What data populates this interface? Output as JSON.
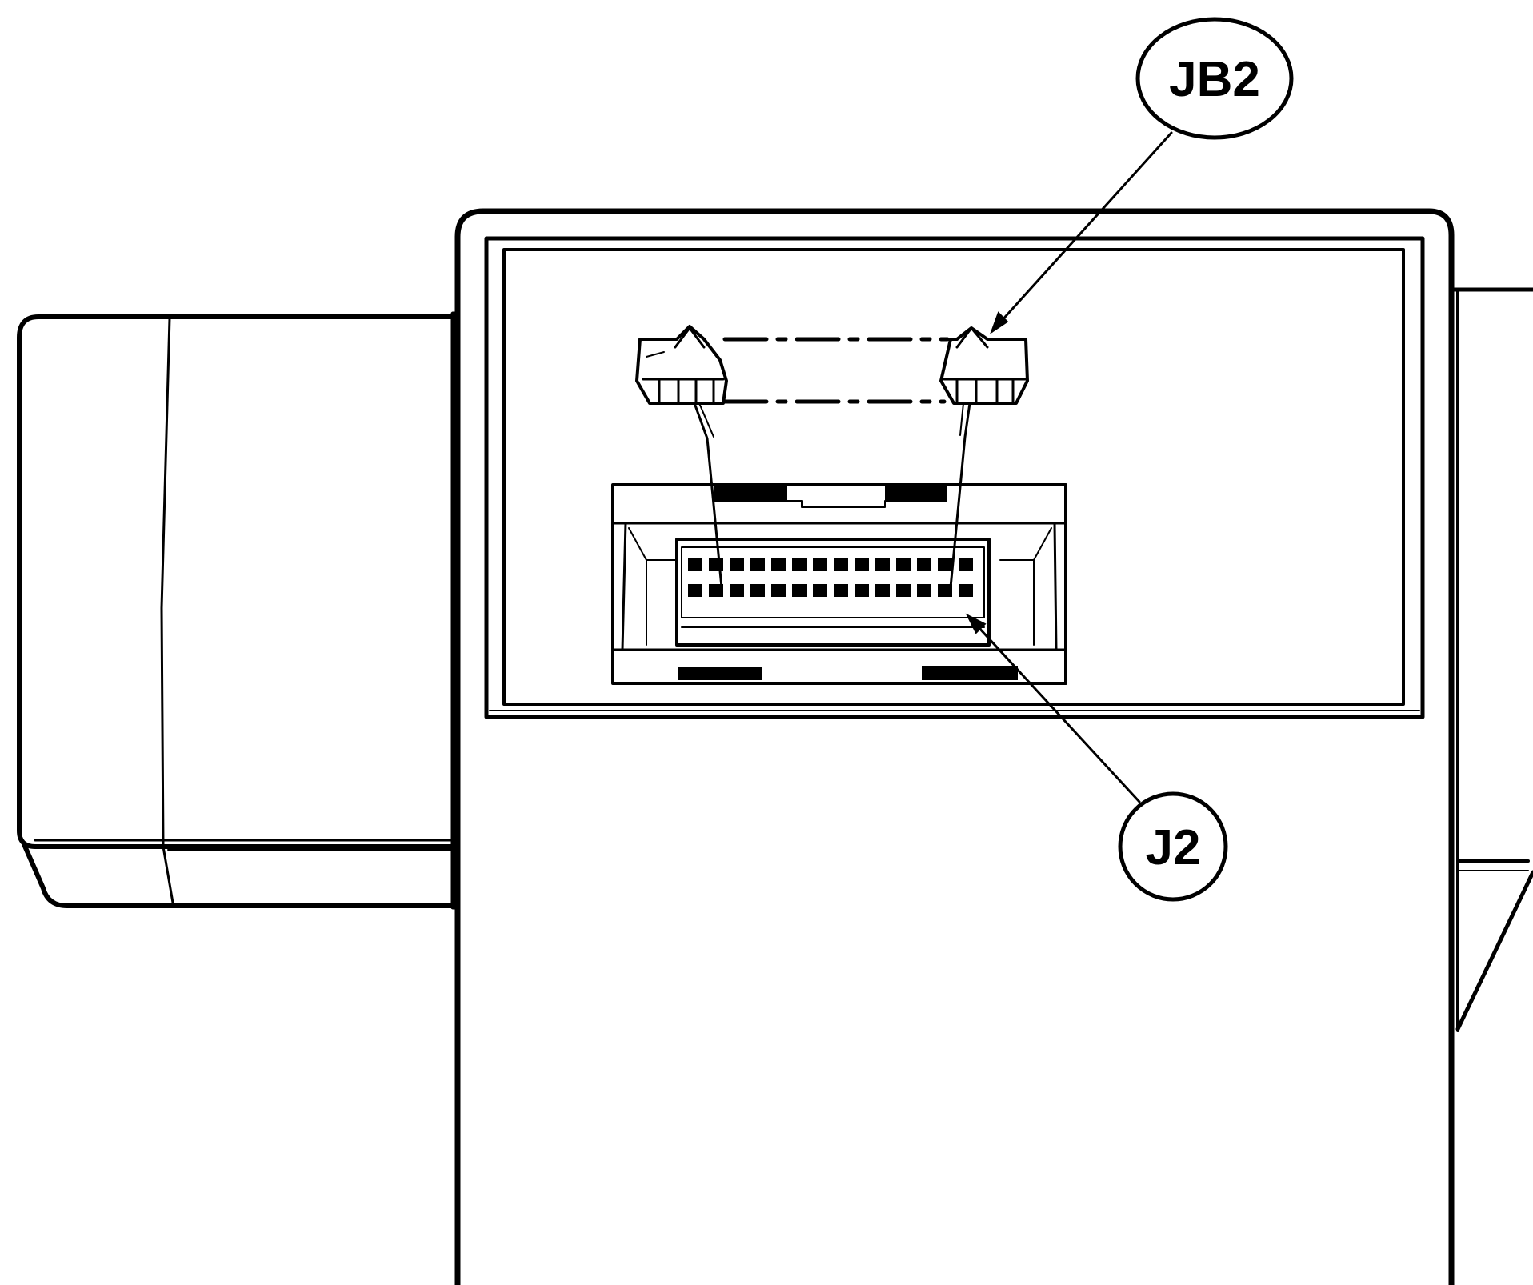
{
  "diagram": {
    "callouts": [
      {
        "id": "jb2",
        "label": "JB2"
      },
      {
        "id": "j2",
        "label": "J2"
      }
    ],
    "colors": {
      "line": "#000000",
      "background": "#ffffff"
    }
  }
}
